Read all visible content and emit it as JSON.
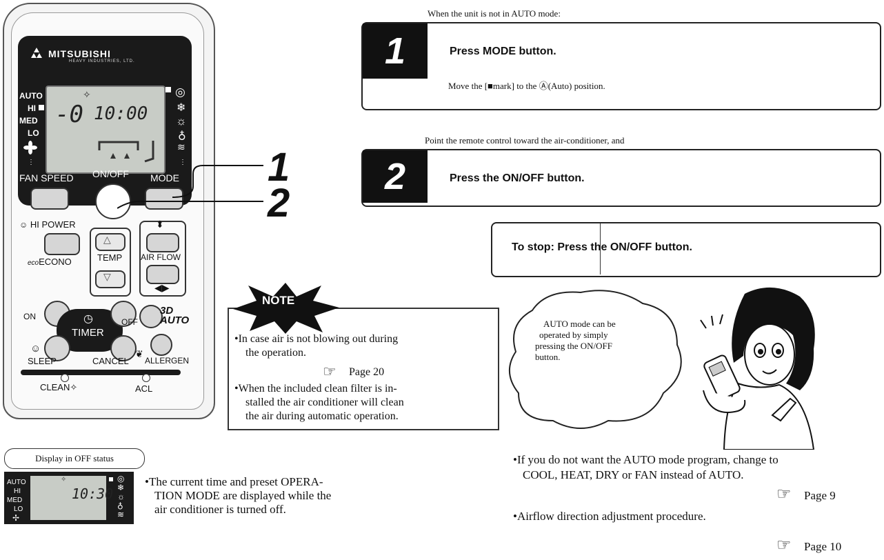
{
  "remote": {
    "brand": "MITSUBISHI",
    "brand_sub": "HEAVY INDUSTRIES, LTD.",
    "lcd_time": "10:00",
    "lcd_temp": "-0",
    "fan_levels": [
      "AUTO",
      "HI",
      "MED",
      "LO"
    ],
    "labels": {
      "fan_speed": "FAN SPEED",
      "on_off": "ON/OFF",
      "mode": "MODE",
      "hi_power": "HI POWER",
      "econo": "ECONO",
      "temp": "TEMP",
      "air_flow": "AIR FLOW",
      "on": "ON",
      "off": "OFF",
      "timer": "TIMER",
      "auto_3d_top": "3D",
      "auto_3d_bottom": "AUTO",
      "sleep": "SLEEP",
      "cancel": "CANCEL",
      "allergen": "ALLERGEN",
      "clean": "CLEAN",
      "acl": "ACL"
    }
  },
  "callouts": [
    "1",
    "2"
  ],
  "step1": {
    "intro": "When the unit is not in AUTO mode:",
    "num": "1",
    "title": "Press MODE button.",
    "detail_a": "Move the [",
    "detail_b": "mark] to the",
    "detail_c": "(Auto) position."
  },
  "step2": {
    "intro": "Point the remote control toward the air-conditioner, and",
    "num": "2",
    "title": "Press the ON/OFF button."
  },
  "stop_text": "To stop: Press the ON/OFF button.",
  "note": {
    "heading": "NOTE",
    "item1_line1": "•In case air is not blowing out during",
    "item1_line2": "the operation.",
    "item1_page": "Page 20",
    "item2_line1": "•When the included clean filter is in-",
    "item2_line2": "stalled the air conditioner will clean",
    "item2_line3": "the air during automatic operation."
  },
  "bubble": {
    "line1": "AUTO mode can be",
    "line2": "operated by simply",
    "line3": "pressing the ON/OFF",
    "line4": "button."
  },
  "tips": {
    "line1": "•If you do not want the AUTO mode program, change to",
    "line2": "COOL, HEAT, DRY or FAN instead of AUTO.",
    "page1": "Page 9",
    "line3": "•Airflow direction adjustment procedure.",
    "page2": "Page 10"
  },
  "off_status": {
    "label": "Display in OFF status",
    "time": "10:30",
    "fan_levels": [
      "AUTO",
      "HI",
      "MED",
      "LO"
    ],
    "desc1": "•The current time and preset OPERA-",
    "desc2": "TION MODE are displayed while the",
    "desc3": "air conditioner is turned off."
  }
}
